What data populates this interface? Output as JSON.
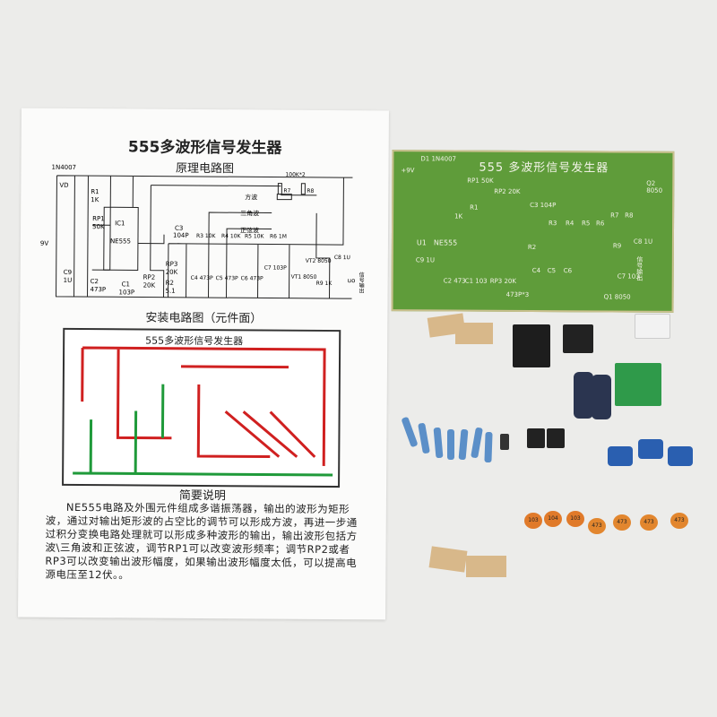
{
  "manual": {
    "title": "555多波形信号发生器",
    "schematic_title": "原理电路图",
    "layout_title": "安装电路图（元件面）",
    "layout_board_title": "555多波形信号发生器",
    "description_title": "简要说明",
    "description": "NE555电路及外围元件组成多谐振荡器，输出的波形为矩形波，通过对输出矩形波的占空比的调节可以形成方波，再进一步通过积分变换电路处理就可以形成多种波形的输出，输出波形包括方波\\三角波和正弦波，调节RP1可以改变波形频率；调节RP2或者RP3可以改变输出波形幅度，如果输出波形幅度太低，可以提高电源电压至12伏。。",
    "schematic_labels": {
      "diode": "1N4007",
      "vd": "VD",
      "r1": "R1",
      "r1v": "1K",
      "rp1": "RP1",
      "rp1v": "50K",
      "ic": "IC1",
      "icv": "NE555",
      "supply": "9V",
      "c9": "C9",
      "c9v": "1U",
      "c2": "C2",
      "c2v": "473P",
      "c1": "C1",
      "c1v": "103P",
      "rp2": "RP2",
      "rp2v": "20K",
      "rp3": "RP3",
      "rp3v": "20K",
      "r2": "R2",
      "r2v": "5.1",
      "c3": "C3",
      "c3v": "104P",
      "r3": "R3 10K",
      "r4": "R4 10K",
      "r5": "R5 10K",
      "r6": "R6 1M",
      "c4": "C4 473P",
      "c5": "C5 473P",
      "c6": "C6 473P",
      "c7": "C7 103P",
      "vt1": "VT1 8050",
      "vt2": "VT2 8050",
      "r7": "R7",
      "r8": "R8",
      "r78v": "100K*2",
      "square": "方波",
      "triangle": "三角波",
      "sine": "正弦波",
      "c8": "C8 1U",
      "r9": "R9 1K",
      "uo": "uo",
      "output": "信号输出"
    }
  },
  "pcb": {
    "title": "555 多波形信号发生器",
    "labels": [
      "D1 1N4007",
      "+9V",
      "RP1 50K",
      "R1",
      "1K",
      "RP2 20K",
      "C3 104P",
      "U1",
      "NE555",
      "R2",
      "R3",
      "R4",
      "R5",
      "R6",
      "R7",
      "R8",
      "Q2 8050",
      "C9 1U",
      "C2 473",
      "C1 103",
      "RP3 20K",
      "473P*3",
      "C4",
      "C5",
      "C6",
      "C7 103",
      "R9",
      "C8 1U",
      "信号输出",
      "Q1 8050"
    ]
  },
  "colors": {
    "pcb_green": "#5f9c3a",
    "trace_red": "#d02020",
    "trace_green": "#1f9a3a",
    "resistor_blue": "#5b8fc8",
    "capacitor_orange": "#e07a2a",
    "pot_blue": "#2a5fb0"
  },
  "components": {
    "ceramic_caps": [
      "103",
      "104",
      "103",
      "473",
      "473",
      "473",
      "473"
    ]
  }
}
